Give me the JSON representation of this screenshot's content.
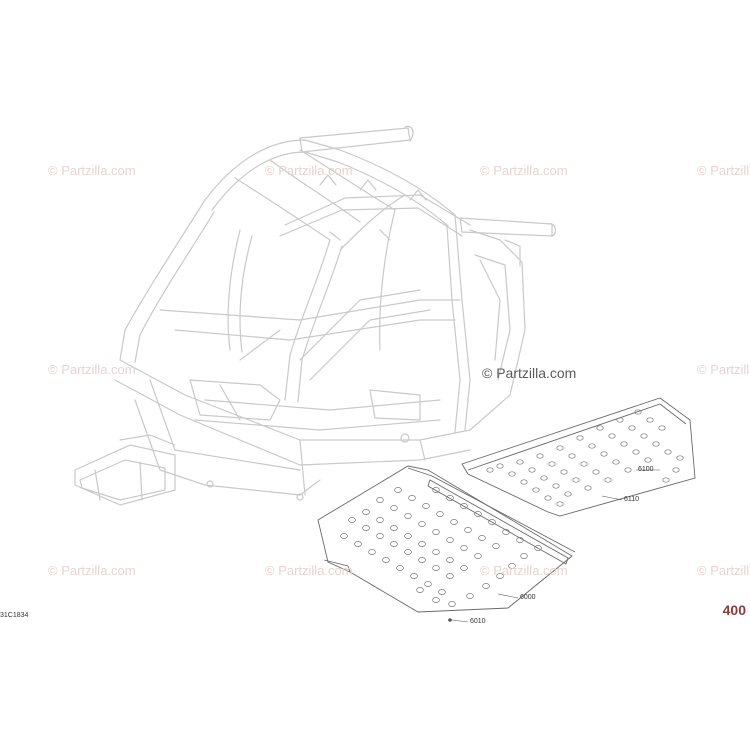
{
  "watermark": {
    "text": "© Partzilla.com",
    "center_text": "© Partzilla.com",
    "color": "#e6d3d3",
    "center_color": "#5a5a5a"
  },
  "callouts": {
    "c6000": "6000",
    "c6010": "6010",
    "c6100": "6100",
    "c6110": "6110"
  },
  "drawing_code": "31C1834",
  "page_number": "400",
  "colors": {
    "frame_line": "#c9c9c9",
    "plate_line": "#6a6a6a",
    "page_number": "#8a3b3b"
  }
}
